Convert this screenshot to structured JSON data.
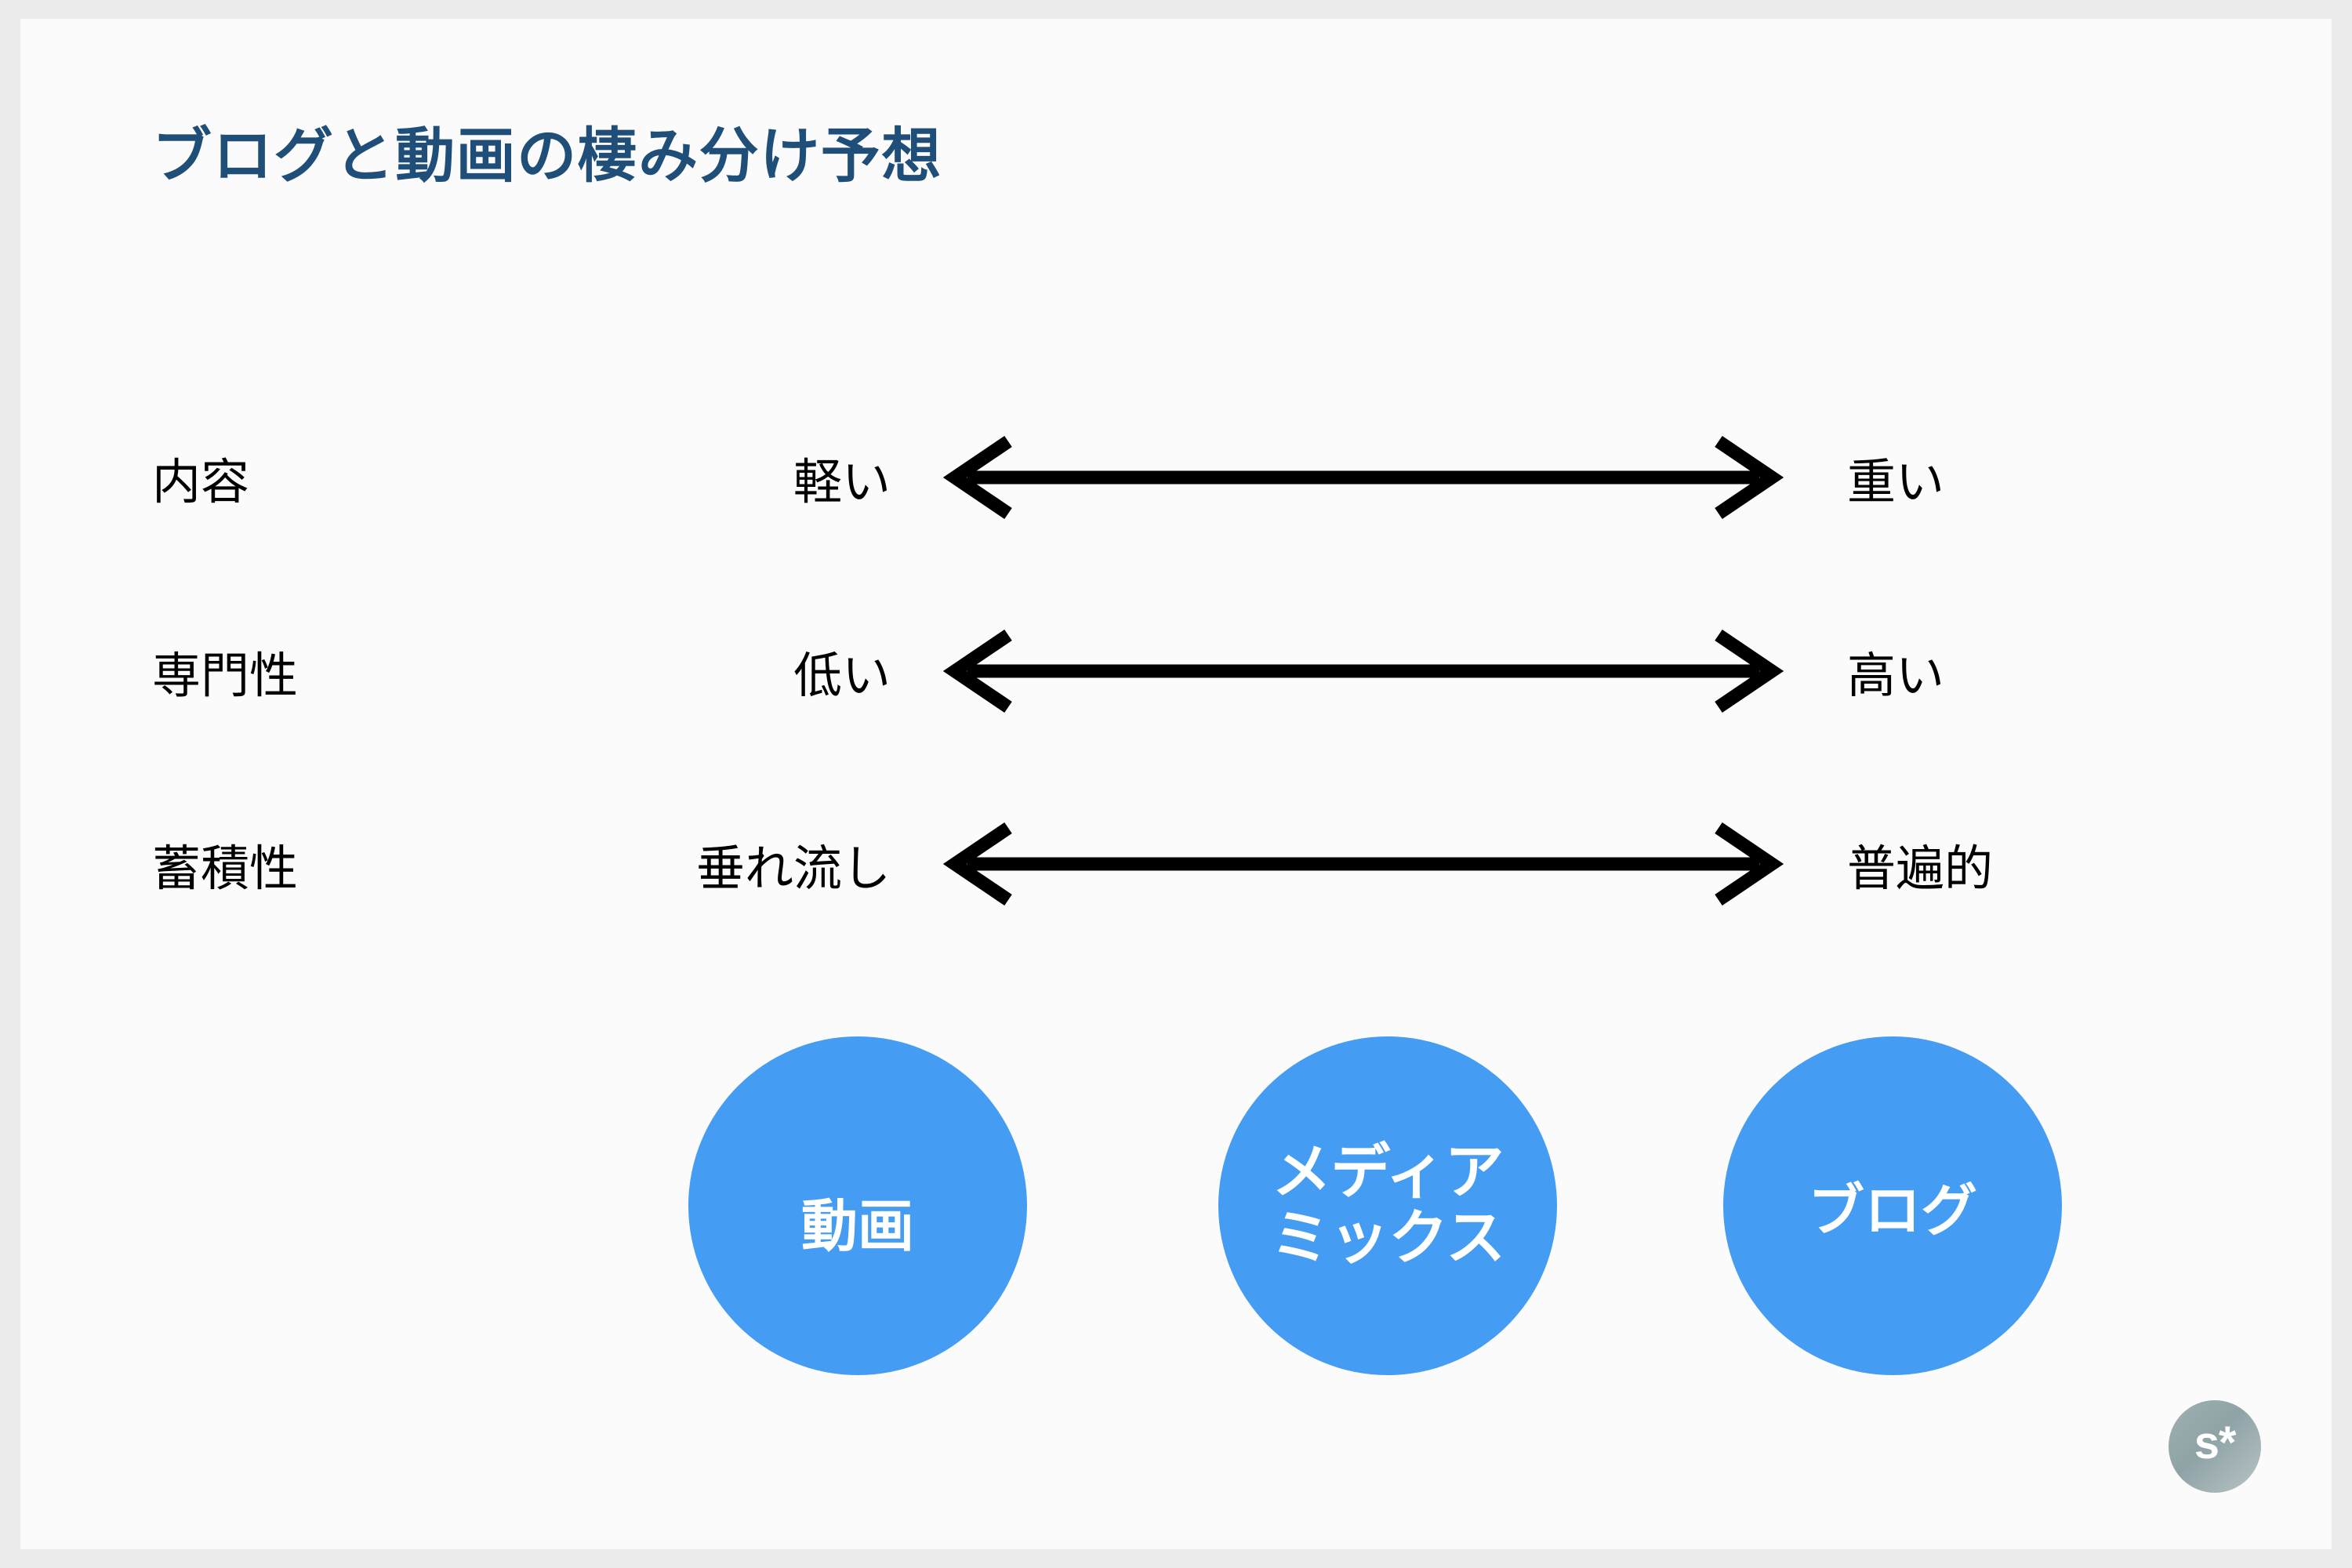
{
  "slide": {
    "title": "ブログと動画の棲み分け予想",
    "title_color": "#1f4e79",
    "background_color": "#fbfbfb",
    "page_background_color": "#ebebeb"
  },
  "axes": [
    {
      "category": "内容",
      "left_label": "軽い",
      "right_label": "重い",
      "arrow": "double-headed-arrow"
    },
    {
      "category": "専門性",
      "left_label": "低い",
      "right_label": "高い",
      "arrow": "double-headed-arrow"
    },
    {
      "category": "蓄積性",
      "left_label": "垂れ流し",
      "right_label": "普遍的",
      "arrow": "double-headed-arrow"
    }
  ],
  "bubbles": [
    {
      "line1": "動画",
      "line2": "",
      "color": "#459cf3"
    },
    {
      "line1": "メディア",
      "line2": "ミックス",
      "color": "#459cf3"
    },
    {
      "line1": "ブログ",
      "line2": "",
      "color": "#459cf3"
    }
  ],
  "logo": {
    "text": "s*",
    "color": "#9fb0b2"
  }
}
